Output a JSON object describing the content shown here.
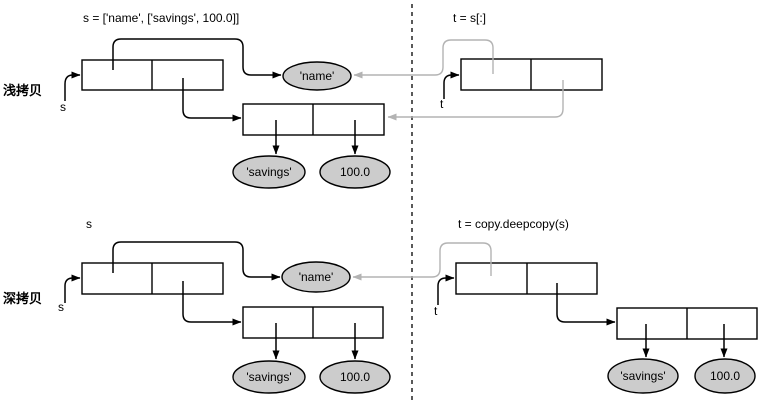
{
  "diagram": {
    "colors": {
      "background": "#ffffff",
      "box_fill": "#ffffff",
      "box_stroke": "#000000",
      "ellipse_fill": "#cccccc",
      "arrow_black": "#000000",
      "arrow_shared_gray": "#b3b3b3"
    },
    "shallow": {
      "section_label": "浅拷贝",
      "s_expression": "s = ['name', ['savings', 100.0]]",
      "t_expression": "t = s[:]",
      "s_var": "s",
      "t_var": "t",
      "name_value": "'name'",
      "savings_value": "'savings'",
      "amount_value": "100.0"
    },
    "deep": {
      "section_label": "深拷贝",
      "s_expression": "s",
      "t_expression": "t = copy.deepcopy(s)",
      "s_var": "s",
      "t_var": "t",
      "name_value": "'name'",
      "savings_value": "'savings'",
      "amount_value": "100.0"
    }
  }
}
